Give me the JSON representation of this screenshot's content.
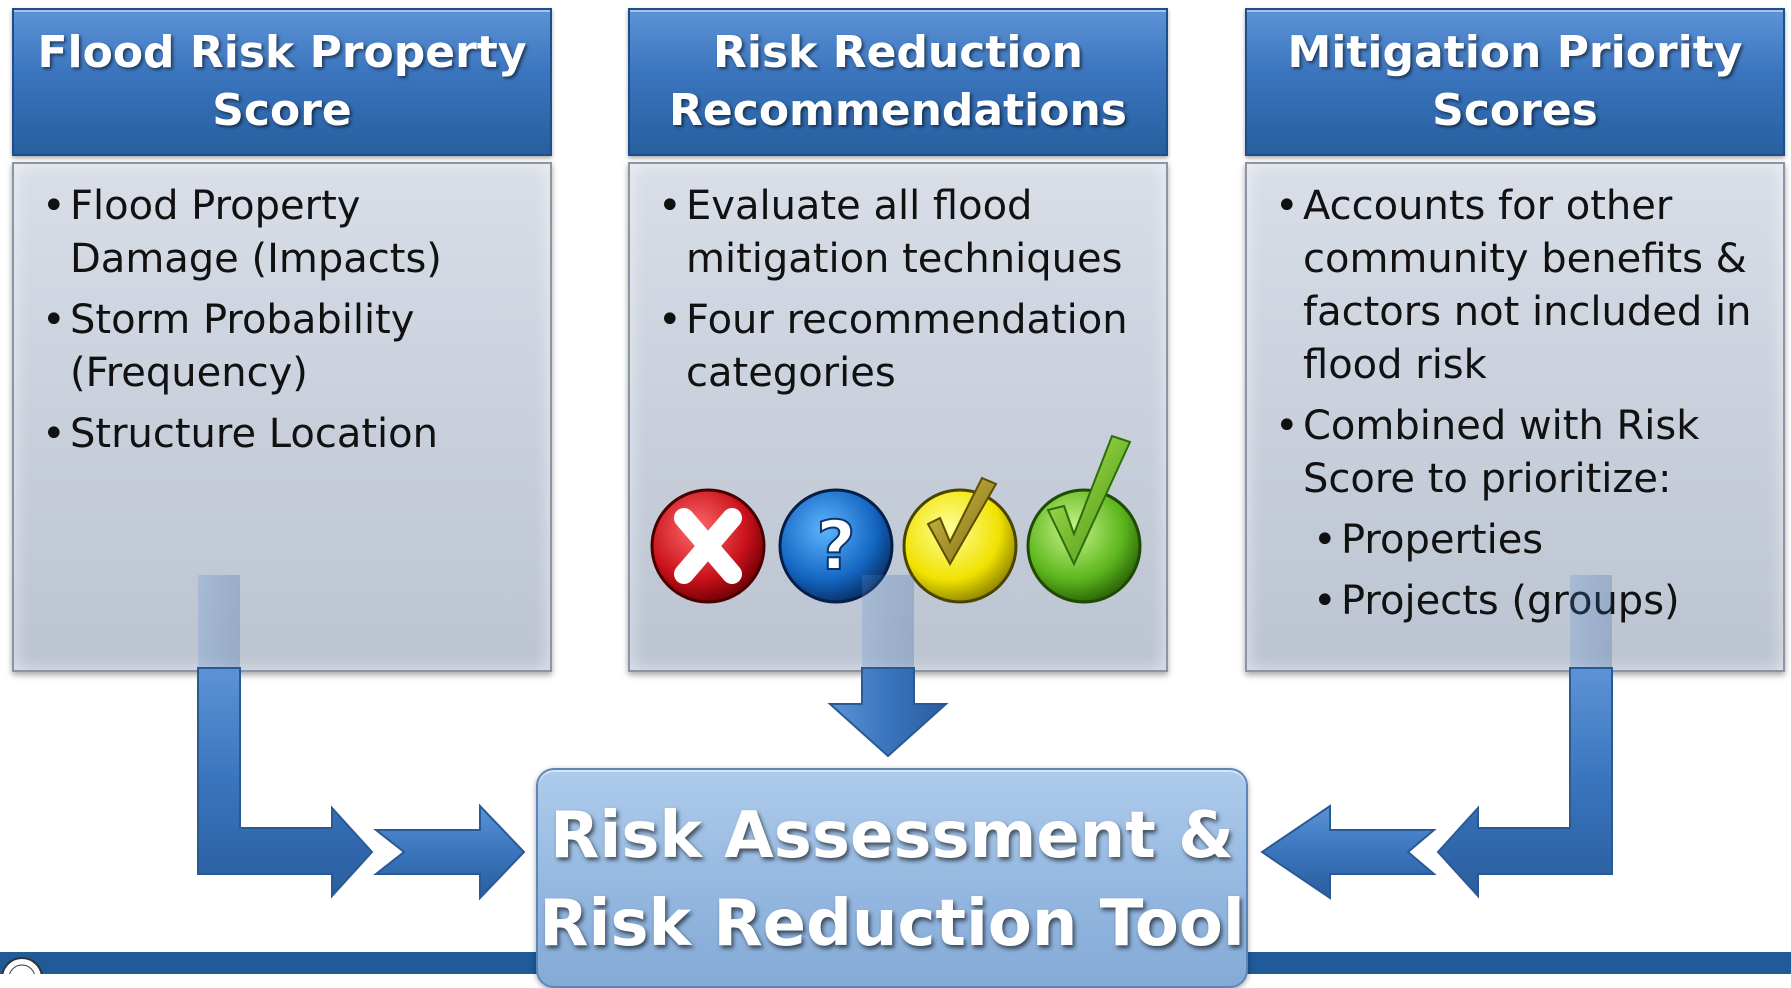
{
  "columns": [
    {
      "title": "Flood Risk Property Score",
      "bullets": [
        "Flood Property Damage (Impacts)",
        "Storm Probability (Frequency)",
        "Structure Location"
      ]
    },
    {
      "title": "Risk Reduction Recommendations",
      "bullets": [
        "Evaluate all flood mitigation techniques",
        "Four recommendation categories"
      ],
      "icons": [
        "x-icon",
        "question-icon",
        "yellow-check-icon",
        "green-check-icon"
      ]
    },
    {
      "title": "Mitigation Priority Scores",
      "bullets": [
        "Accounts for other community benefits & factors not included in flood risk",
        "Combined with Risk Score to prioritize:"
      ],
      "sub_bullets": [
        "Properties",
        "Projects (groups)"
      ]
    }
  ],
  "tool": {
    "line1": "Risk Assessment &",
    "line2": "Risk Reduction Tool"
  },
  "colors": {
    "header_blue": "#3a74bd",
    "arrow_blue": "#3a74bd",
    "tool_blue": "#92b6df",
    "footer_blue": "#1f5b98"
  }
}
